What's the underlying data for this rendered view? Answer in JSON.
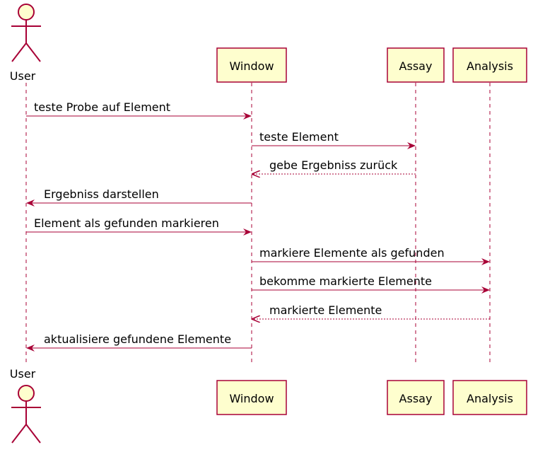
{
  "participants": [
    {
      "id": "user",
      "label": "User",
      "kind": "actor"
    },
    {
      "id": "window",
      "label": "Window",
      "kind": "box"
    },
    {
      "id": "assay",
      "label": "Assay",
      "kind": "box"
    },
    {
      "id": "analysis",
      "label": "Analysis",
      "kind": "box"
    }
  ],
  "messages": [
    {
      "from": "user",
      "to": "window",
      "text": "teste Probe auf Element",
      "style": "solid"
    },
    {
      "from": "window",
      "to": "assay",
      "text": "teste Element",
      "style": "solid"
    },
    {
      "from": "assay",
      "to": "window",
      "text": "gebe Ergebniss zurück",
      "style": "dashed"
    },
    {
      "from": "window",
      "to": "user",
      "text": "Ergebniss darstellen",
      "style": "solid"
    },
    {
      "from": "user",
      "to": "window",
      "text": "Element als gefunden markieren",
      "style": "solid"
    },
    {
      "from": "window",
      "to": "analysis",
      "text": "markiere Elemente als gefunden",
      "style": "solid"
    },
    {
      "from": "window",
      "to": "analysis",
      "text": "bekomme markierte Elemente",
      "style": "solid"
    },
    {
      "from": "analysis",
      "to": "window",
      "text": "markierte Elemente",
      "style": "dashed"
    },
    {
      "from": "window",
      "to": "user",
      "text": "aktualisiere gefundene Elemente",
      "style": "solid"
    }
  ],
  "colors": {
    "line": "#A80036",
    "box_fill": "#FEFECE",
    "text": "#000000"
  }
}
